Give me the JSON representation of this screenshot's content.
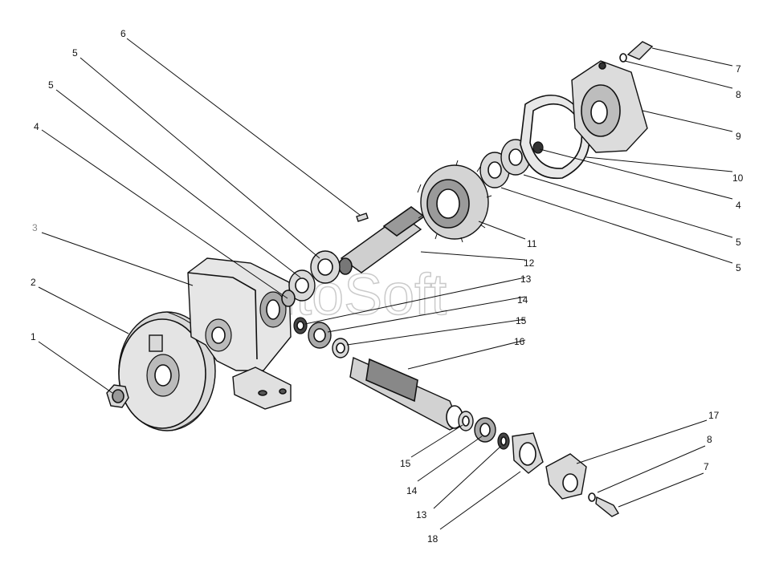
{
  "watermark": "AutoSoft",
  "callouts": [
    {
      "id": "c1",
      "text": "1"
    },
    {
      "id": "c2",
      "text": "2"
    },
    {
      "id": "c3",
      "text": "3"
    },
    {
      "id": "c4a",
      "text": "4"
    },
    {
      "id": "c5a",
      "text": "5"
    },
    {
      "id": "c5b",
      "text": "5"
    },
    {
      "id": "c6",
      "text": "6"
    },
    {
      "id": "c7a",
      "text": "7"
    },
    {
      "id": "c8a",
      "text": "8"
    },
    {
      "id": "c9",
      "text": "9"
    },
    {
      "id": "c10",
      "text": "10"
    },
    {
      "id": "c4b",
      "text": "4"
    },
    {
      "id": "c5c",
      "text": "5"
    },
    {
      "id": "c5d",
      "text": "5"
    },
    {
      "id": "c11",
      "text": "11"
    },
    {
      "id": "c12",
      "text": "12"
    },
    {
      "id": "c13a",
      "text": "13"
    },
    {
      "id": "c14a",
      "text": "14"
    },
    {
      "id": "c15a",
      "text": "15"
    },
    {
      "id": "c16",
      "text": "16"
    },
    {
      "id": "c15b",
      "text": "15"
    },
    {
      "id": "c14b",
      "text": "14"
    },
    {
      "id": "c13b",
      "text": "13"
    },
    {
      "id": "c18",
      "text": "18"
    },
    {
      "id": "c17",
      "text": "17"
    },
    {
      "id": "c8b",
      "text": "8"
    },
    {
      "id": "c7b",
      "text": "7"
    }
  ]
}
